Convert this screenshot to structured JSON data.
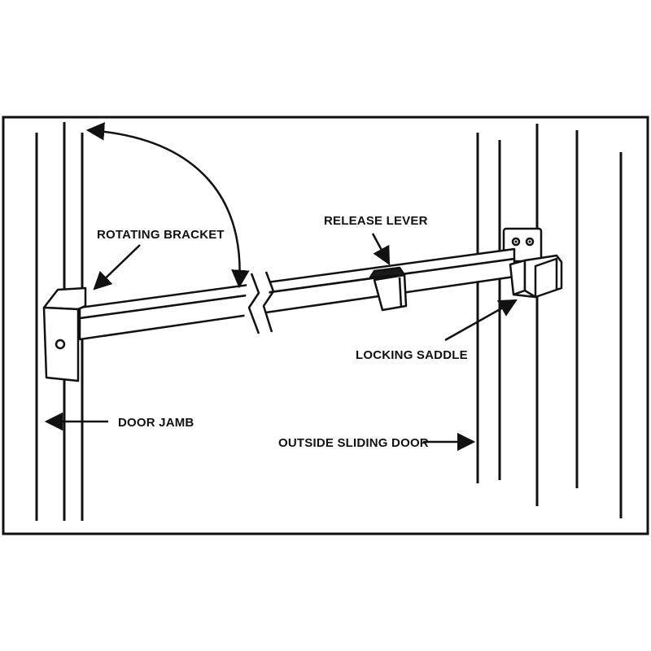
{
  "labels": {
    "rotating_bracket": "ROTATING BRACKET",
    "release_lever": "RELEASE LEVER",
    "locking_saddle": "LOCKING SADDLE",
    "door_jamb": "DOOR JAMB",
    "outside_sliding_door": "OUTSIDE SLIDING DOOR"
  },
  "colors": {
    "ink": "#111111",
    "paper": "#ffffff",
    "lever_fill": "#1a1a1a"
  }
}
